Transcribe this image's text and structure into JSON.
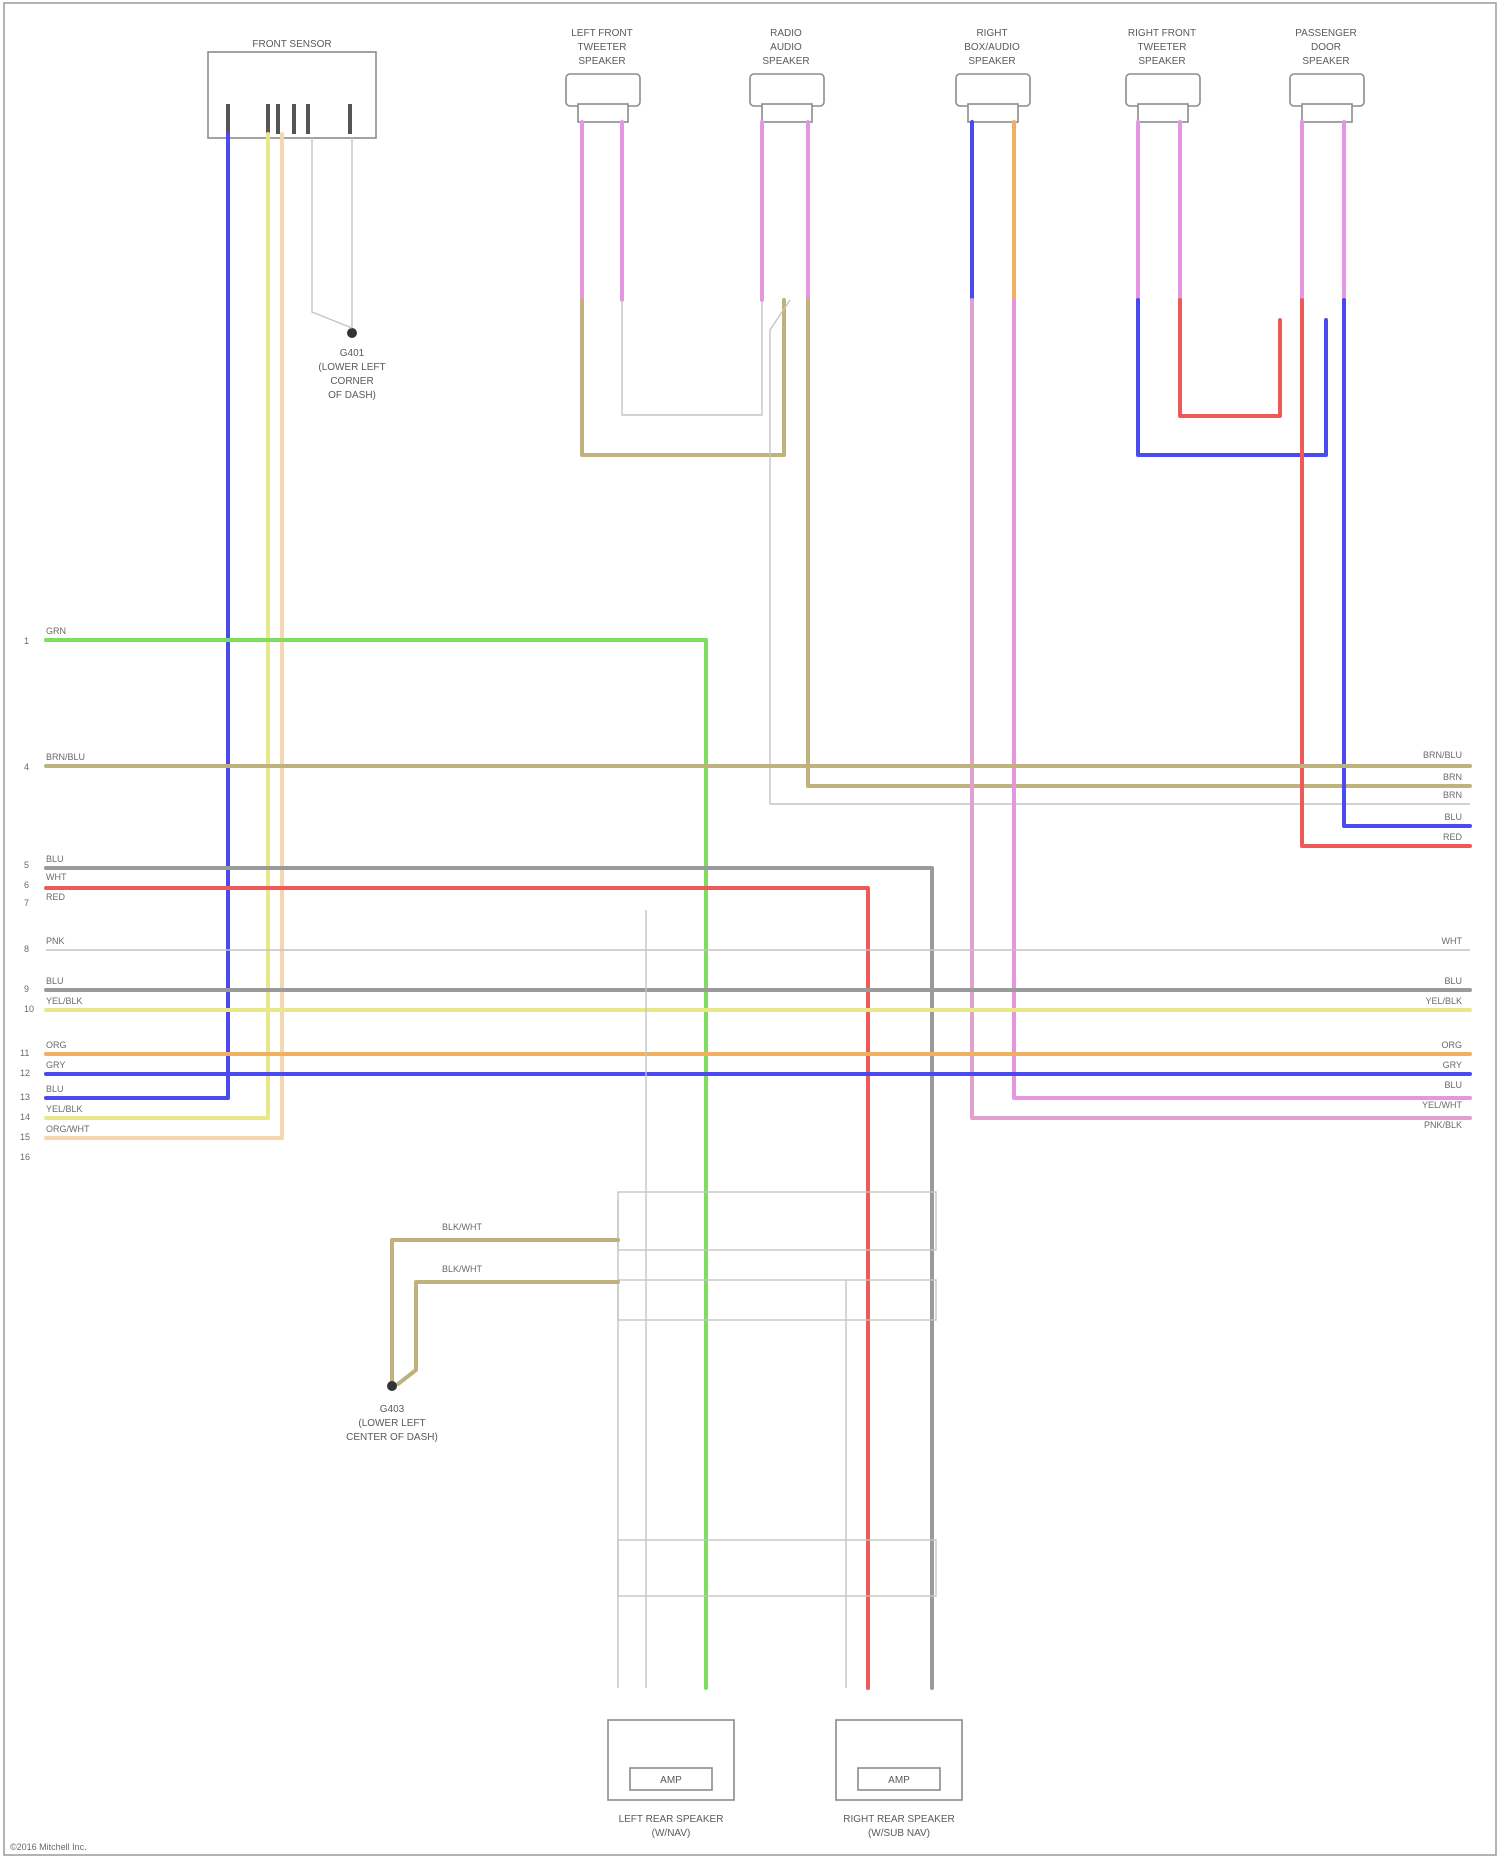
{
  "components": {
    "left_module": "FRONT SENSOR",
    "ground_top": [
      "G401",
      "(LOWER LEFT",
      "CORNER",
      "OF DASH)"
    ],
    "speakers": [
      [
        "LEFT FRONT",
        "TWEETER",
        "SPEAKER"
      ],
      [
        "RADIO",
        "AUDIO",
        "SPEAKER"
      ],
      [
        "RIGHT",
        "BOX/AUDIO",
        "SPEAKER"
      ],
      [
        "RIGHT FRONT",
        "TWEETER",
        "SPEAKER"
      ],
      [
        "PASSENGER",
        "DOOR",
        "SPEAKER"
      ]
    ],
    "ground_bottom": [
      "G403",
      "(LOWER LEFT",
      "CENTER OF DASH)"
    ],
    "rear_left": [
      "LEFT REAR SPEAKER",
      "(W/NAV)"
    ],
    "rear_right": [
      "RIGHT REAR SPEAKER",
      "(W/SUB NAV)"
    ],
    "rear_module_label": "AMP",
    "footer": "©2016 Mitchell Inc."
  },
  "left_connector": {
    "pins": [
      "1",
      "4",
      "5",
      "6",
      "7",
      "8",
      "9",
      "10",
      "11",
      "12",
      "13",
      "14",
      "15",
      "16"
    ],
    "labels": [
      "GRN",
      "BRN/BLU",
      "BLU",
      "WHT",
      "RED",
      "PNK",
      "BLU",
      "YEL/BLK",
      "ORG",
      "GRY",
      "BLU",
      "YEL/BLK",
      "ORG/WHT"
    ]
  },
  "right_connector": {
    "labels": [
      "BRN/BLU",
      "BRN",
      "BRN",
      "BLU",
      "RED",
      "WHT",
      "BLU",
      "YEL/BLK",
      "ORG",
      "GRY",
      "BLU",
      "YEL/WHT",
      "PNK/BLK"
    ]
  },
  "ground_wires": [
    "BLK/WHT",
    "BLK/WHT"
  ],
  "colors": {
    "blue": "#4a4aee",
    "yellow": "#e8e888",
    "green": "#7edc5e",
    "olive": "#bfb27d",
    "red": "#ee5a5a",
    "pink": "#e0a0d0",
    "magenta": "#e596e0",
    "orange": "#f0b060",
    "gray": "#9a9a9a",
    "light_gray": "#d8d8d8"
  }
}
